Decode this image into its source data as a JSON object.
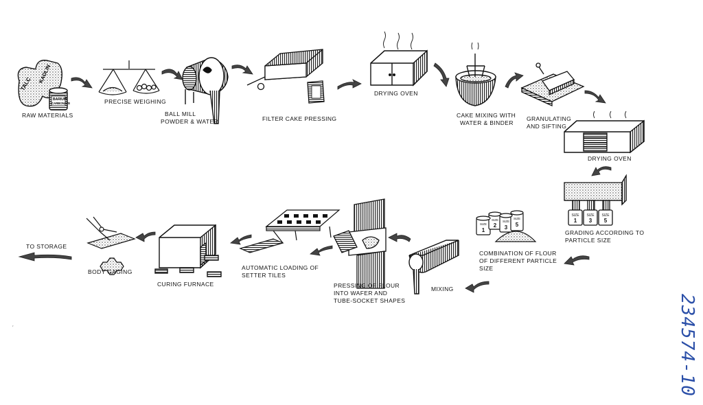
{
  "steps": {
    "raw_materials": "RAW MATERIALS",
    "precise_weighing": "PRECISE WEIGHING",
    "ball_mill_1": "BALL MILL",
    "ball_mill_2": "POWDER & WATER",
    "filter_cake": "FILTER CAKE PRESSING",
    "drying_oven_1": "DRYING OVEN",
    "cake_mixing_1": "CAKE MIXING WITH",
    "cake_mixing_2": "WATER & BINDER",
    "granulating_1": "GRANULATING",
    "granulating_2": "AND SIFTING",
    "drying_oven_2": "DRYING OVEN",
    "grading_1": "GRADING ACCORDING TO",
    "grading_2": "PARTICLE SIZE",
    "combination_1": "COMBINATION OF FLOUR",
    "combination_2": "OF DIFFERENT PARTICLE",
    "combination_3": "SIZE",
    "mixing": "MIXING",
    "pressing_1": "PRESSING OF FLOUR",
    "pressing_2": "INTO WAFER AND",
    "pressing_3": "TUBE-SOCKET SHAPES",
    "loading_1": "AUTOMATIC LOADING OF",
    "loading_2": "SETTER TILES",
    "curing": "CURING FURNACE",
    "gaging": "BODY GAGING",
    "storage": "TO STORAGE"
  },
  "bag_labels": {
    "talc": "TALC",
    "kaolin": "KAOLIN",
    "barium_1": "BARIUM",
    "barium_2": "CARBONATE"
  },
  "size_labels": {
    "grading": [
      {
        "word": "SIZE",
        "num": "1"
      },
      {
        "word": "SIZE",
        "num": "3"
      },
      {
        "word": "SIZE",
        "num": "5"
      }
    ],
    "combination": [
      {
        "word": "SIZE",
        "num": "1"
      },
      {
        "word": "SIZE",
        "num": "2"
      },
      {
        "word": "SIZE",
        "num": "3"
      },
      {
        "word": "SIZE",
        "num": "5"
      }
    ]
  },
  "stamp": "234574-10"
}
